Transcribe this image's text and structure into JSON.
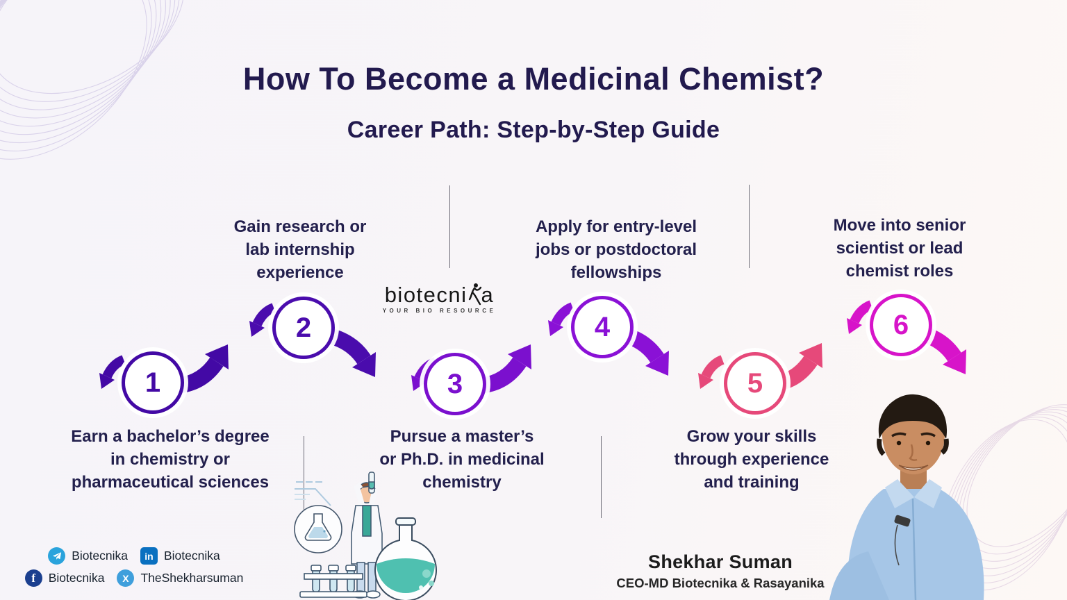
{
  "header": {
    "title": "How To Become a Medicinal Chemist?",
    "subtitle": "Career Path: Step-by-Step Guide"
  },
  "logo": {
    "text_pre": "biotecni",
    "text_post": "a",
    "tagline": "YOUR BIO RESOURCE"
  },
  "steps": [
    {
      "number": "1",
      "color": "#4309A5",
      "label": [
        "Earn a bachelor’s degree",
        "in chemistry or",
        "pharmaceutical sciences"
      ]
    },
    {
      "number": "2",
      "color": "#4A0CAD",
      "label": [
        "Gain research or",
        "lab internship",
        "experience"
      ]
    },
    {
      "number": "3",
      "color": "#7B10CE",
      "label": [
        "Pursue a master’s",
        "or Ph.D. in medicinal",
        "chemistry"
      ]
    },
    {
      "number": "4",
      "color": "#8A11D6",
      "label": [
        "Apply for entry-level",
        "jobs or postdoctoral",
        "fellowships"
      ]
    },
    {
      "number": "5",
      "color": "#E6497A",
      "label": [
        "Grow your skills",
        "through experience",
        "and training"
      ]
    },
    {
      "number": "6",
      "color": "#D714C9",
      "label": [
        "Move into senior",
        "scientist or lead",
        "chemist roles"
      ]
    }
  ],
  "social": {
    "row1": [
      {
        "network": "telegram",
        "handle": "Biotecnika"
      },
      {
        "network": "linkedin",
        "handle": "Biotecnika"
      }
    ],
    "row2": [
      {
        "network": "facebook",
        "handle": "Biotecnika"
      },
      {
        "network": "x",
        "handle": "TheShekharsuman"
      }
    ]
  },
  "icons": {
    "linkedin_glyph": "in",
    "facebook_glyph": "f",
    "x_glyph": "X"
  },
  "author": {
    "name": "Shekhar Suman",
    "title": "CEO-MD Biotecnika & Rasayanika"
  }
}
